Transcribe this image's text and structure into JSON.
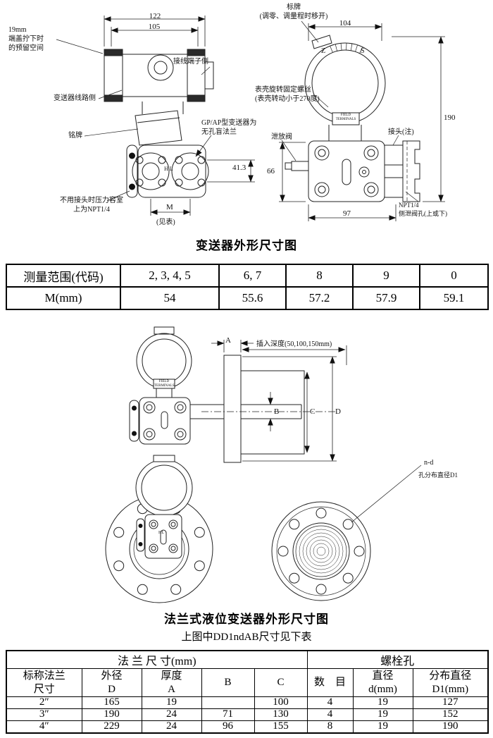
{
  "page": {
    "title1": "变送器外形尺寸图",
    "title2": "法兰式液位变送器外形尺寸图",
    "subtitle2": "上图中DD1ndAB尺寸见下表"
  },
  "top_view": {
    "dim_122": "122",
    "dim_105": "105",
    "note_19mm": "19mm\n端盖拧下时\n的预留空间",
    "lbl_wiring_side": "变送器线路侧",
    "lbl_terminal_side": "接线端子侧",
    "lbl_nameplate": "铭牌",
    "lbl_gpap": "GP/AP型变送器为\n无孔盲法兰",
    "dim_41_3": "41.3",
    "note_npt": "不用接头时压力容室\n上为NPT1/4",
    "dim_M": "M",
    "note_see_table": "(见表)",
    "lbl_hl": "H L"
  },
  "front_view": {
    "lbl_tag": "标牌\n(调零、调量程时移开)",
    "dim_104": "104",
    "lbl_screw": "表壳旋转固定螺丝\n(表壳转动小于270度)",
    "lbl_field_terminals": "FIELD\nTERMINALS",
    "lbl_vent": "泄放阀",
    "lbl_joint": "接头(注)",
    "dim_190": "190",
    "dim_66": "66",
    "dim_97": "97",
    "note_npt14": "NPT1/4\n侧泄阀孔(上或下)",
    "lbl_z": "Z",
    "lbl_s": "S"
  },
  "range_table": {
    "row1": [
      "测量范围(代码)",
      "2, 3, 4, 5",
      "6, 7",
      "8",
      "9",
      "0"
    ],
    "row2": [
      "M(mm)",
      "54",
      "55.6",
      "57.2",
      "57.9",
      "59.1"
    ]
  },
  "flange_view": {
    "dim_A": "A",
    "lbl_depth": "插入深度(50,100,150mm)",
    "dim_B": "B",
    "dim_C": "C",
    "dim_D": "D",
    "lbl_nd": "n-d",
    "lbl_d1": "孔分布直径D1",
    "lbl_field_terminals": "FIELD\nTERMINALS",
    "lbl_hl": "HL"
  },
  "flange_table": {
    "group1": "法 兰 尺 寸(mm)",
    "group2": "螺栓孔",
    "headers": [
      "标称法兰\n尺寸",
      "外径\nD",
      "厚度\nA",
      "B",
      "C",
      "数　目",
      "直径\nd(mm)",
      "分布直径\nD1(mm)"
    ],
    "rows": [
      [
        "2″",
        "165",
        "19",
        "",
        "100",
        "4",
        "19",
        "127"
      ],
      [
        "3″",
        "190",
        "24",
        "71",
        "130",
        "4",
        "19",
        "152"
      ],
      [
        "4″",
        "229",
        "24",
        "96",
        "155",
        "8",
        "19",
        "190"
      ]
    ]
  }
}
